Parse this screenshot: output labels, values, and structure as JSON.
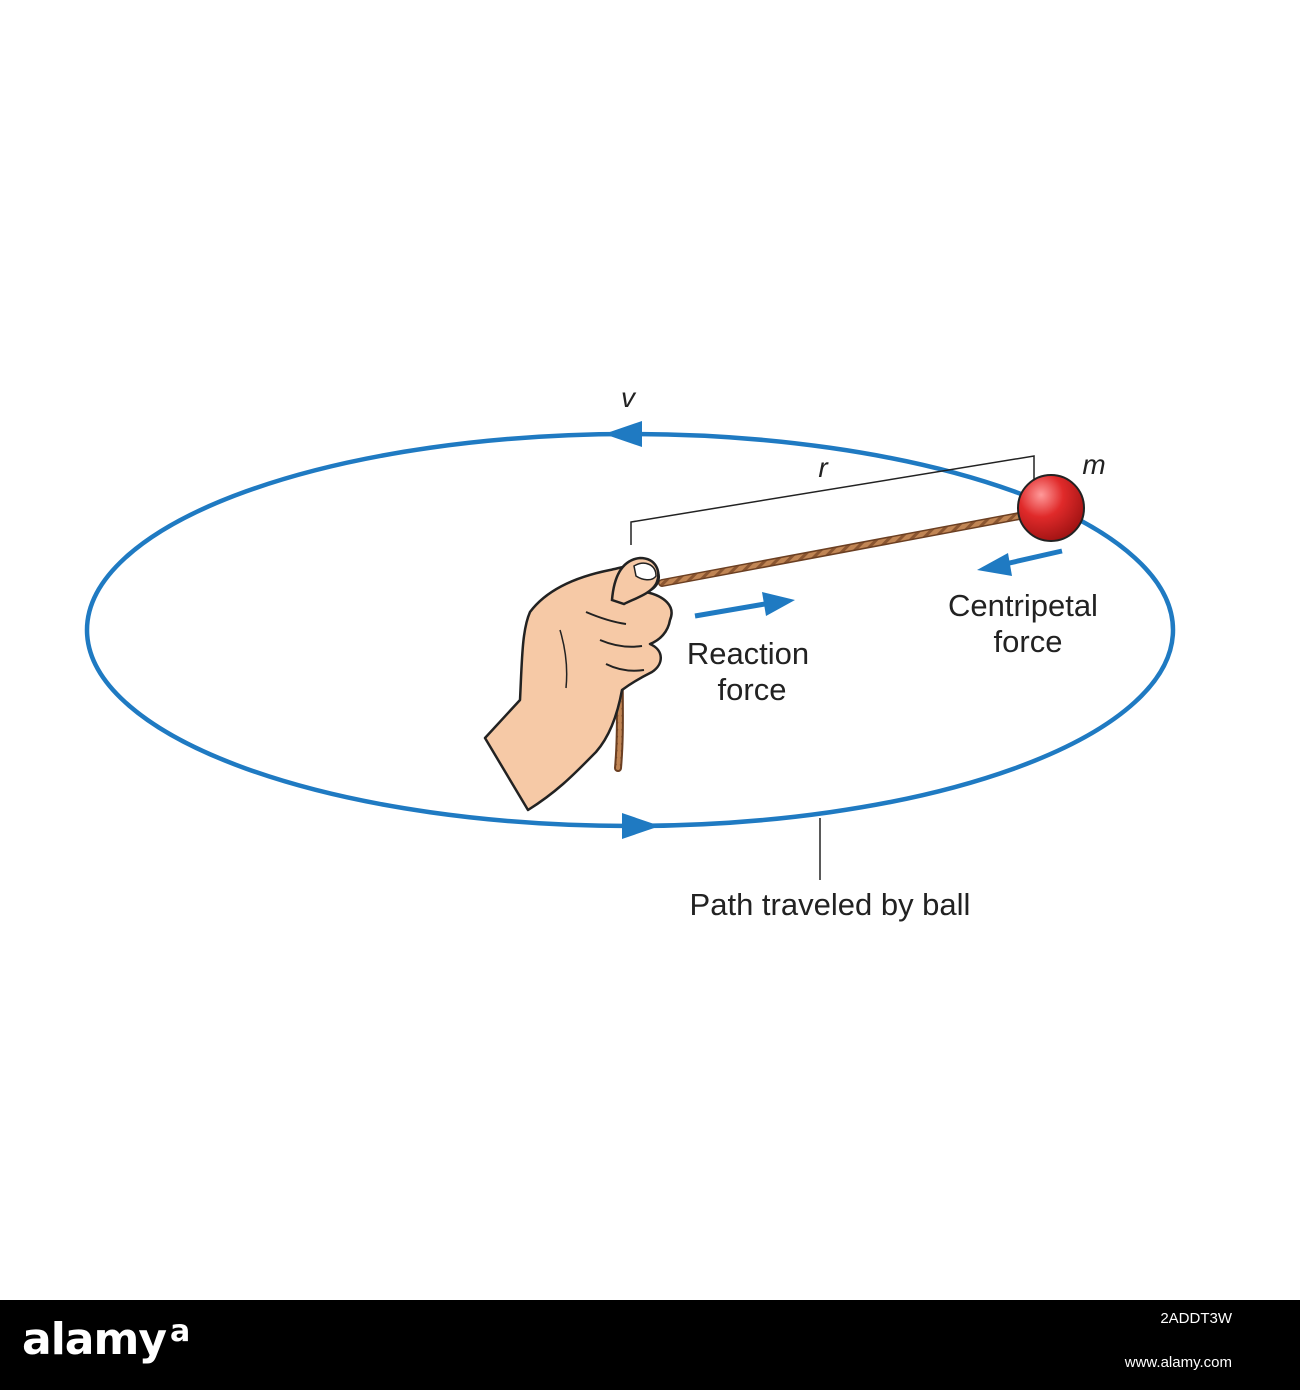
{
  "colors": {
    "path": "#1f7ac2",
    "ball": "#e02a2a",
    "string": "#b87a4b",
    "hand": "#f6c9a6",
    "ink": "#222222",
    "footer_bg": "#000000"
  },
  "diagram": {
    "label_v": "v",
    "label_r": "r",
    "label_m": "m",
    "reaction_force": {
      "line1": "Reaction",
      "line2": "force"
    },
    "centripetal_force": {
      "line1": "Centripetal",
      "line2": "force"
    },
    "path_label": "Path traveled by ball"
  },
  "footer": {
    "logo": "alamy",
    "image_id": "2ADDT3W",
    "site": "www.alamy.com"
  }
}
